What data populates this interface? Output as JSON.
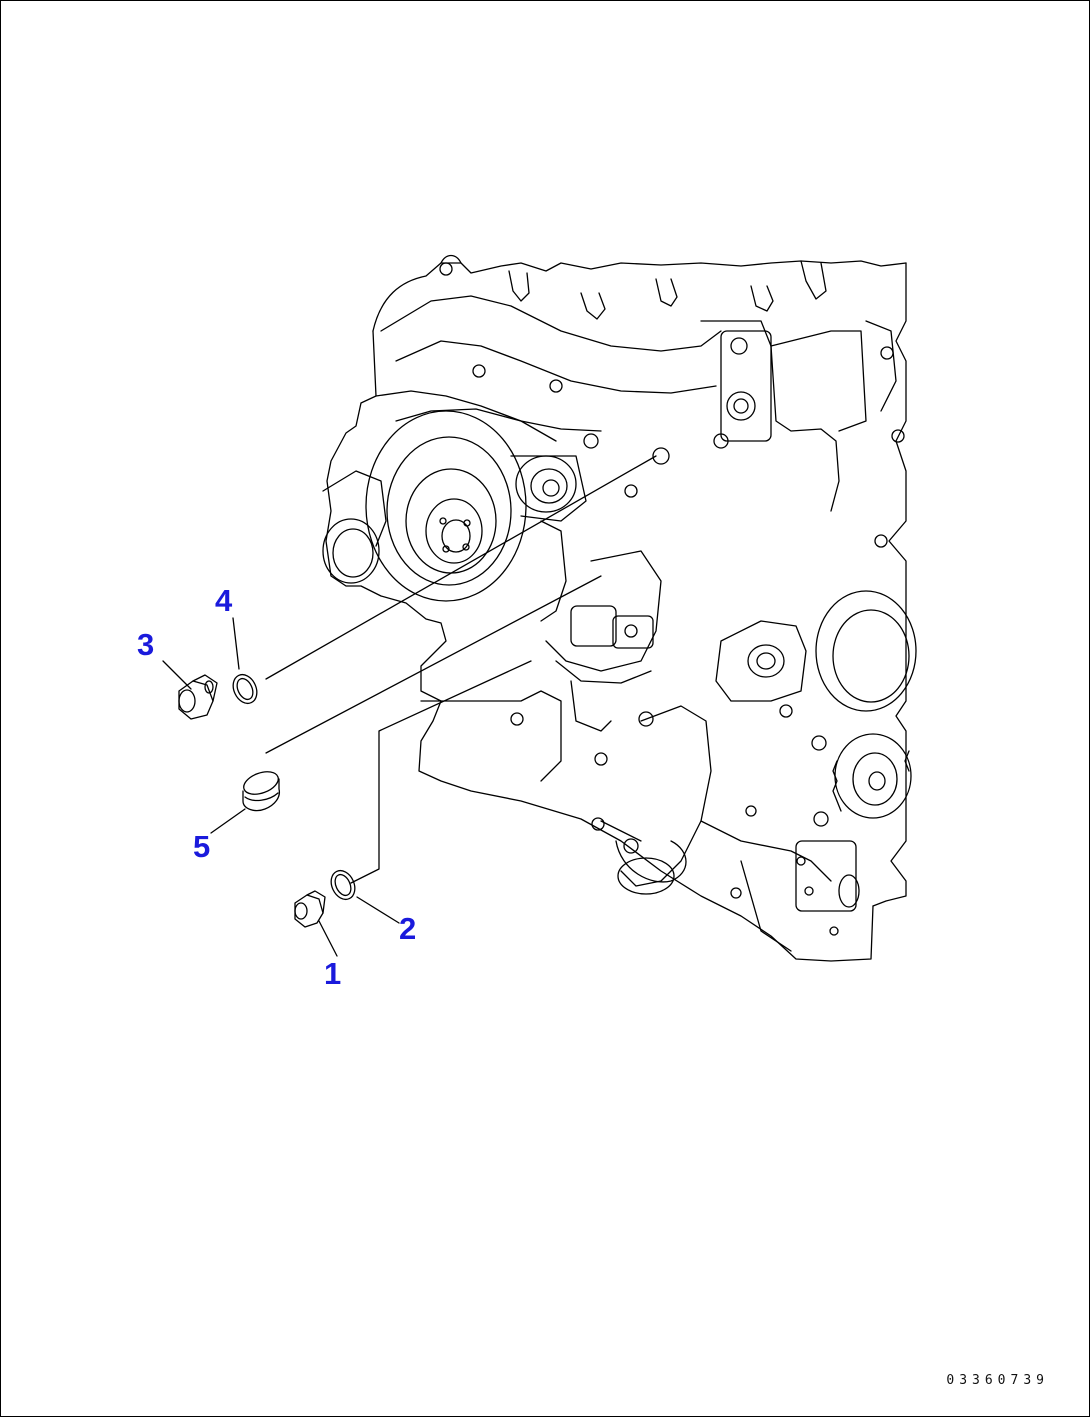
{
  "diagram": {
    "callouts": [
      {
        "id": "1",
        "label": "1"
      },
      {
        "id": "2",
        "label": "2"
      },
      {
        "id": "3",
        "label": "3"
      },
      {
        "id": "4",
        "label": "4"
      },
      {
        "id": "5",
        "label": "5"
      }
    ],
    "drawing_code": "03360739"
  },
  "colors": {
    "callout": "#1a1adc",
    "line": "#000000",
    "background": "#ffffff"
  }
}
